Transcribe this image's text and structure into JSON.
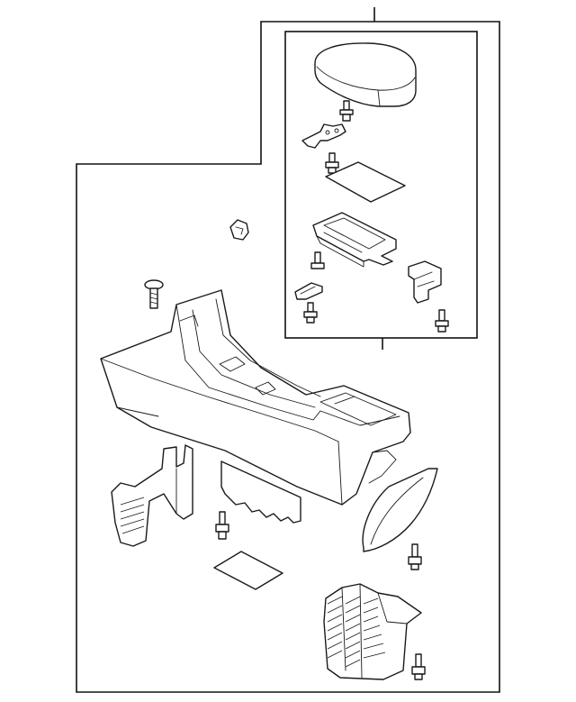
{
  "diagram": {
    "style": "exploded parts diagram",
    "line_color": "#1a1a1a",
    "background": "#ffffff",
    "parts": [
      "armrest-lid",
      "armrest-hinge-bracket",
      "armrest-pad",
      "storage-tray",
      "tray-latch",
      "tray-clip",
      "console-body",
      "side-bracket-left",
      "center-panel",
      "end-cover",
      "pocket-insert",
      "foam-pad",
      "push-clip",
      "bolts"
    ]
  }
}
